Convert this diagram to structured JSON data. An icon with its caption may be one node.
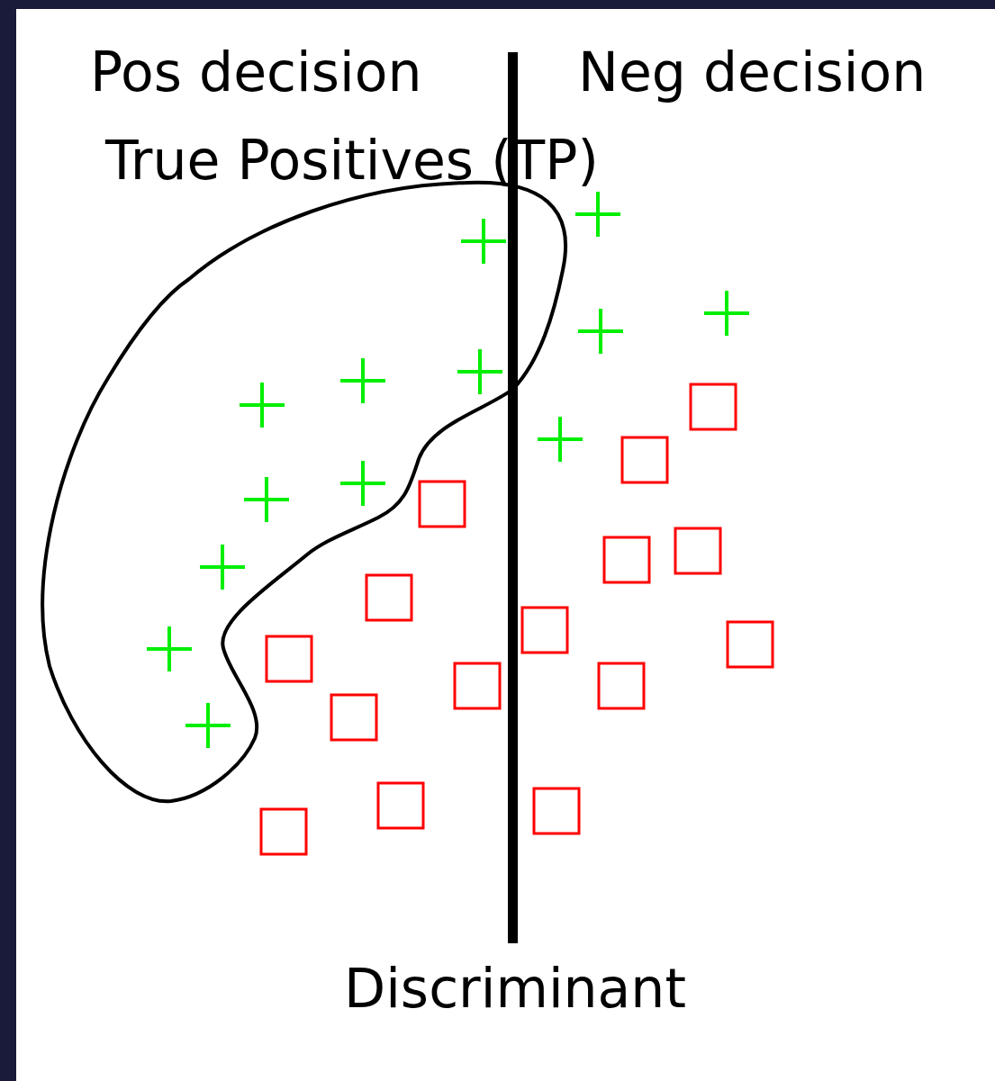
{
  "diagram": {
    "labels": [
      "Pos decision",
      "Neg decision",
      "True Positives (TP)",
      "Discriminant"
    ]
  }
}
